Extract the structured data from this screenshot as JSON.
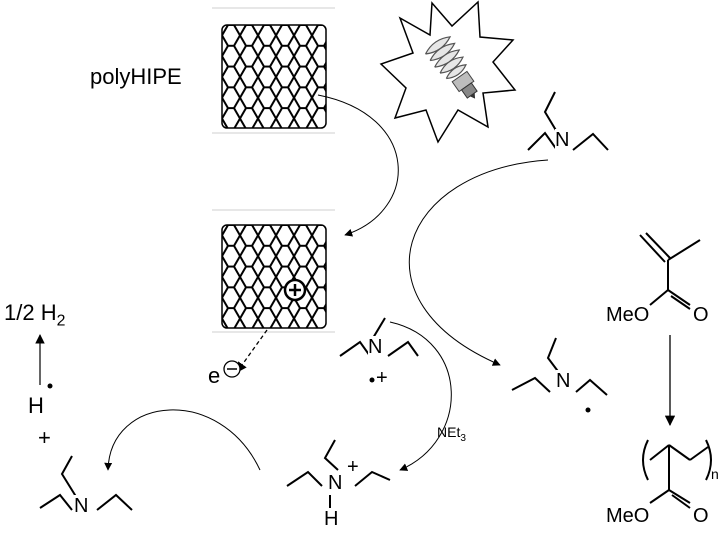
{
  "labels": {
    "polyhipe": "polyHIPE",
    "half_h2_prefix": "1/2 H",
    "half_h2_sub": "2",
    "h_atom": "H",
    "plus": "+",
    "electron": "e",
    "n_atom": "N",
    "h_on_n": "H",
    "plus_charge": "+",
    "reagent_prefix": "NEt",
    "reagent_sub": "3",
    "meo_monomer": "MeO",
    "o_monomer": "O",
    "meo_polymer": "MeO",
    "o_polymer": "O",
    "repeat_n": "n"
  },
  "icons": {
    "light": "compact-fluorescent-lamp-icon",
    "hole": "positive-charge-icon",
    "electron": "negative-charge-icon"
  }
}
